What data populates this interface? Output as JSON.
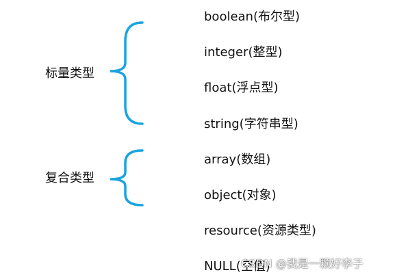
{
  "groups": [
    {
      "label": "标量类型",
      "items": [
        "boolean(布尔型)",
        "integer(整型)",
        "float(浮点型)",
        "string(字符串型)"
      ]
    },
    {
      "label": "复合类型",
      "items": [
        "array(数组)",
        "object(对象)"
      ]
    }
  ],
  "other_items": [
    "resource(资源类型)",
    "NULL(空值)"
  ],
  "watermark": "CSDN @我是一颗好李子",
  "colors": {
    "brace": "#1aa3e0",
    "text": "#111111"
  }
}
